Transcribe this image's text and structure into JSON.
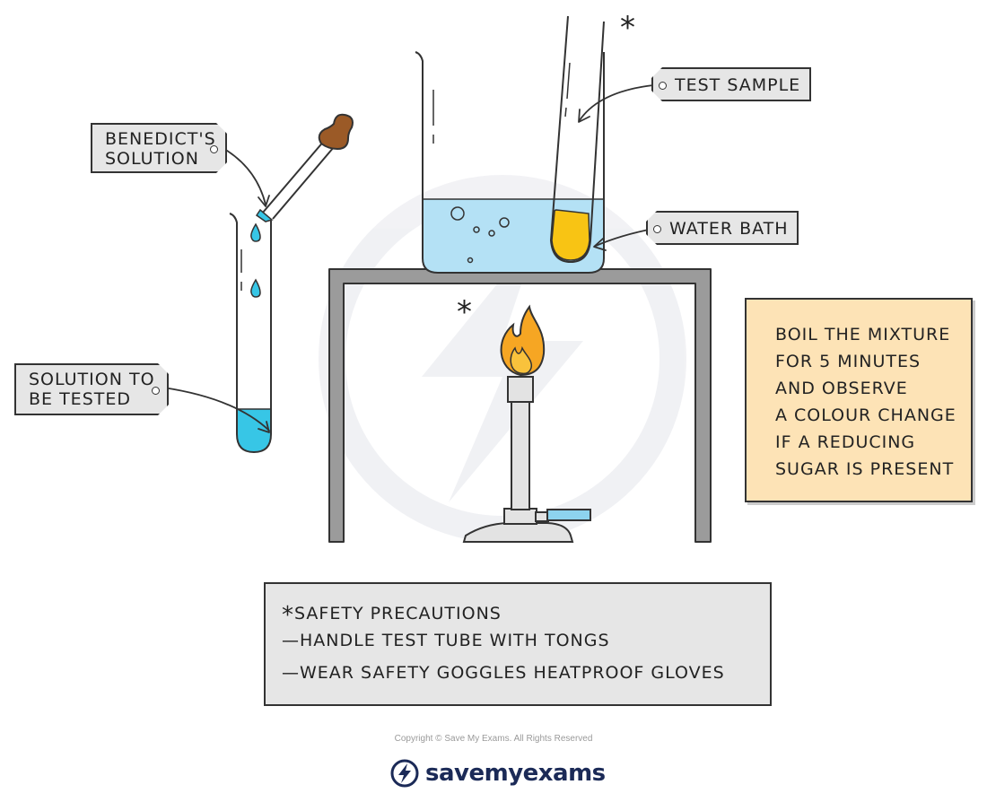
{
  "labels": {
    "benedicts": [
      "BENEDICT'S",
      "SOLUTION"
    ],
    "solution": [
      "SOLUTION TO",
      "BE TESTED"
    ],
    "test_sample": "TEST SAMPLE",
    "water_bath": "WATER BATH"
  },
  "note": {
    "lines": [
      "BOIL THE MIXTURE",
      "FOR 5 MINUTES",
      "AND OBSERVE",
      "A COLOUR CHANGE",
      "IF A REDUCING",
      "SUGAR IS PRESENT"
    ]
  },
  "safety": {
    "marker": "*",
    "title": "SAFETY PRECAUTIONS",
    "items": [
      "—HANDLE TEST TUBE WITH TONGS",
      "—WEAR SAFETY GOGGLES HEATPROOF GLOVES"
    ]
  },
  "stars": {
    "tube": "*",
    "burner": "*"
  },
  "footer": {
    "copyright": "Copyright © Save My Exams. All Rights Reserved",
    "brand": "savemyexams"
  },
  "colors": {
    "benedicts_blue": "#37c6e6",
    "water_blue": "#b4e1f5",
    "sample_yellow": "#f8c414",
    "flame_orange": "#f6a623",
    "note_bg": "#fde3b6",
    "label_bg": "#e6e6e6",
    "stand_gray": "#9b9b9b",
    "brand_navy": "#1b2a57"
  }
}
